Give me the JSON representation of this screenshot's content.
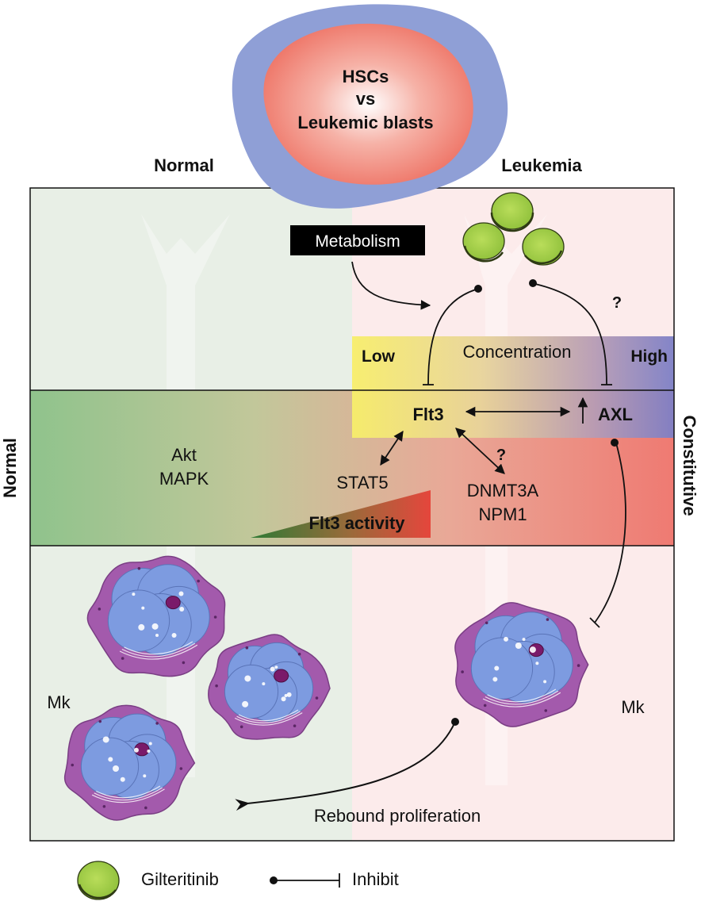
{
  "header": {
    "blob_line1": "HSCs",
    "blob_line2": "vs",
    "blob_line3": "Leukemic blasts",
    "left_title": "Normal",
    "right_title": "Leukemia"
  },
  "side_labels": {
    "left": "Normal",
    "right": "Constitutive"
  },
  "top_panel": {
    "metabolism": "Metabolism",
    "concentration_low": "Low",
    "concentration_label": "Concentration",
    "concentration_high": "High",
    "question_mark_axl": "?"
  },
  "middle_panel": {
    "flt3": "Flt3",
    "axl": "AXL",
    "stat5": "STAT5",
    "akt": "Akt",
    "mapk": "MAPK",
    "dnmt3a": "DNMT3A",
    "npm1": "NPM1",
    "question_mark_flt3": "?",
    "flt3_activity": "Flt3 activity"
  },
  "bottom_panel": {
    "mk_left": "Mk",
    "mk_right": "Mk",
    "rebound": "Rebound proliferation"
  },
  "legend": {
    "gilteritinib": "Gilteritinib",
    "inhibit": "Inhibit"
  },
  "colors": {
    "normal_bg": "#e8efe6",
    "leukemia_bg": "#fbe8e8",
    "blob_outer": "#8f9fd6",
    "blob_inner": "#ef7b6c",
    "gilteritinib_green": "#a6d147",
    "mk_cell": "#a35aac",
    "mk_nucleus": "#7d9be0",
    "flt3_gradient_green": "#2e7a35",
    "flt3_gradient_red": "#e5463c"
  }
}
